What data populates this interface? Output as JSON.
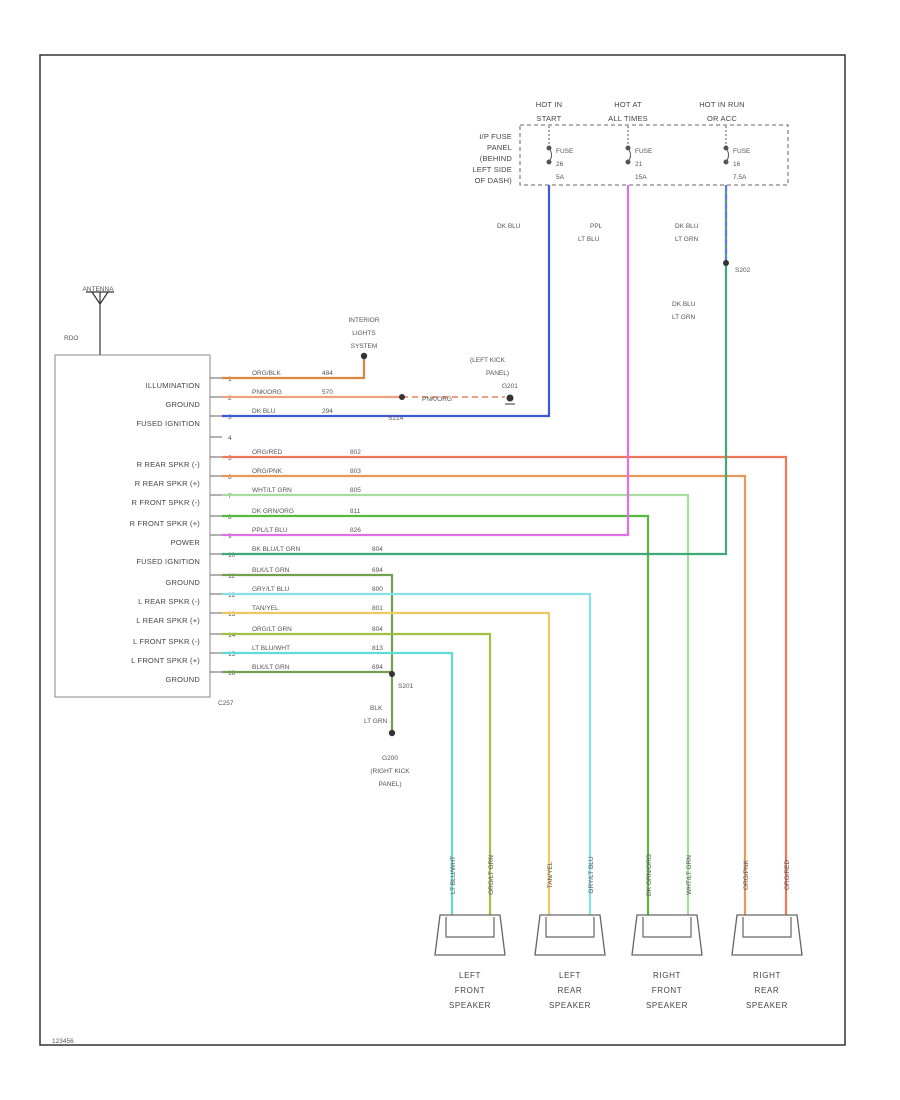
{
  "sources": [
    {
      "line1": "HOT IN",
      "line2": "START",
      "fuse": "FUSE",
      "fuse_num": "26",
      "fuse_amp": "5A"
    },
    {
      "line1": "HOT AT",
      "line2": "ALL TIMES",
      "fuse": "FUSE",
      "fuse_num": "21",
      "fuse_amp": "15A"
    },
    {
      "line1": "HOT IN RUN",
      "line2": "OR ACC",
      "fuse": "FUSE",
      "fuse_num": "16",
      "fuse_amp": "7.5A"
    }
  ],
  "fuse_panel": [
    "I/P FUSE",
    "PANEL",
    "(BEHIND",
    "LEFT SIDE",
    "OF DASH)"
  ],
  "antenna": {
    "label": "ANTENNA",
    "radio_label": "RDO"
  },
  "radio_connector": "C257",
  "radio_pins": [
    {
      "pin": "1",
      "label": "ILLUMINATION",
      "wire": "ORG/BLK",
      "circuit": "484"
    },
    {
      "pin": "2",
      "label": "GROUND",
      "wire": "PNK/ORG",
      "circuit": "570"
    },
    {
      "pin": "3",
      "label": "FUSED IGNITION",
      "wire": "DK BLU",
      "circuit": "294"
    },
    {
      "pin": "4",
      "label": "",
      "wire": "",
      "circuit": ""
    },
    {
      "pin": "5",
      "label": "R REAR SPKR (-)",
      "wire": "ORG/RED",
      "circuit": "802"
    },
    {
      "pin": "6",
      "label": "R REAR SPKR (+)",
      "wire": "ORG/PNK",
      "circuit": "803"
    },
    {
      "pin": "7",
      "label": "R FRONT SPKR (-)",
      "wire": "WHT/LT GRN",
      "circuit": "805"
    },
    {
      "pin": "8",
      "label": "R FRONT SPKR (+)",
      "wire": "DK GRN/ORG",
      "circuit": "811"
    },
    {
      "pin": "9",
      "label": "POWER",
      "wire": "PPL/LT BLU",
      "circuit": "826"
    },
    {
      "pin": "10",
      "label": "FUSED IGNITION",
      "wire": "BK BLU/LT GRN",
      "circuit": "804"
    },
    {
      "pin": "11",
      "label": "GROUND",
      "wire": "BLK/LT GRN",
      "circuit": "694"
    },
    {
      "pin": "12",
      "label": "L REAR SPKR (-)",
      "wire": "GRY/LT BLU",
      "circuit": "800"
    },
    {
      "pin": "13",
      "label": "L REAR SPKR (+)",
      "wire": "TAN/YEL",
      "circuit": "801"
    },
    {
      "pin": "14",
      "label": "L FRONT SPKR (-)",
      "wire": "ORG/LT GRN",
      "circuit": "804"
    },
    {
      "pin": "15",
      "label": "L FRONT SPKR (+)",
      "wire": "LT BLU/WHT",
      "circuit": "813"
    },
    {
      "pin": "16",
      "label": "GROUND",
      "wire": "BLK/LT GRN",
      "circuit": "694"
    }
  ],
  "interior_lights": [
    "INTERIOR",
    "LIGHTS",
    "SYSTEM"
  ],
  "left_kick": [
    "(LEFT KICK",
    "PANEL)",
    "G201"
  ],
  "splice_s214": "S214",
  "pnk_org_label": "PNK/ORG",
  "dk_blu_label": "DK BLU",
  "ppl_label": [
    "PPL",
    "LT BLU"
  ],
  "dk_blu_lt_grn_label": [
    "DK BLU",
    "LT GRN"
  ],
  "splice_s202": "S202",
  "splice_s201": "S201",
  "blk_lt_grn_label": [
    "BLK",
    "LT GRN"
  ],
  "ground_g200": [
    "G200",
    "(RIGHT KICK",
    "PANEL)"
  ],
  "speaker_wires": [
    "LT BLU/WHT",
    "ORG/LT GRN",
    "TAN/YEL",
    "GRY/LT BLU",
    "DK GRN/ORG",
    "WHT/LT GRN",
    "ORG/PNK",
    "ORG/RED"
  ],
  "speakers": [
    {
      "line1": "LEFT",
      "line2": "FRONT",
      "line3": "SPEAKER"
    },
    {
      "line1": "LEFT",
      "line2": "REAR",
      "line3": "SPEAKER"
    },
    {
      "line1": "RIGHT",
      "line2": "FRONT",
      "line3": "SPEAKER"
    },
    {
      "line1": "RIGHT",
      "line2": "REAR",
      "line3": "SPEAKER"
    }
  ],
  "figure_id": "123456",
  "colors": {
    "orange_brown": "#d8883a",
    "salmon": "#f0a080",
    "dark_blue": "#4058d8",
    "orange_red": "#f07858",
    "orange": "#e89858",
    "light_green": "#a8dca0",
    "dark_green": "#58b840",
    "purple": "#e070e8",
    "blue": "#6878e8",
    "teal_green": "#40a878",
    "light_blue": "#88e0e8",
    "tan_yellow": "#f0c860",
    "olive_green": "#a0c040",
    "cyan": "#60dcd8",
    "olive": "#70a050"
  }
}
